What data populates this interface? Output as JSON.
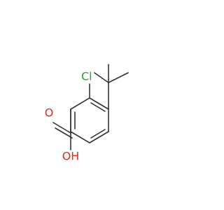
{
  "molecule": {
    "atoms": {
      "chlorine": {
        "symbol": "Cl",
        "color": "#2fa02f"
      },
      "carbonyl_oxygen": {
        "symbol": "O",
        "color": "#e03020"
      },
      "hydroxyl": {
        "symbol": "OH",
        "color": "#e03020"
      }
    },
    "bond_color": "#333333"
  }
}
